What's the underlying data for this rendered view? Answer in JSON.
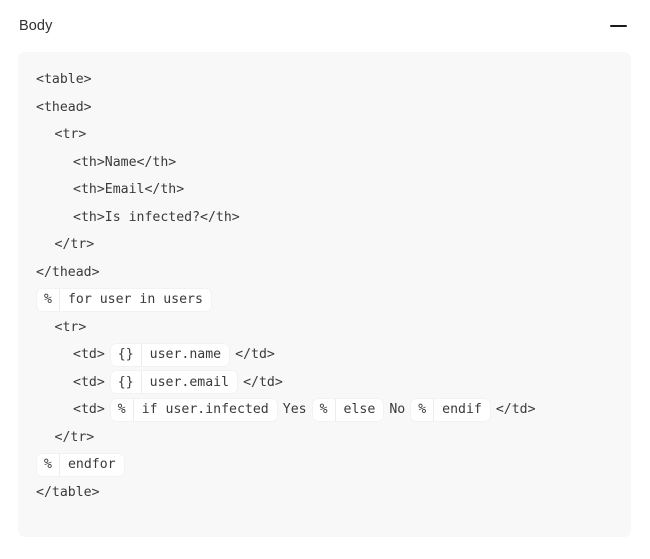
{
  "panel": {
    "title": "Body",
    "collapse_icon": "minus-icon",
    "collapse_label": "—",
    "background_color": "#f8f8f8",
    "page_background_color": "#ffffff",
    "text_color": "#3a3a3a",
    "chip_background_color": "#ffffff"
  },
  "code": {
    "language": "html-template",
    "lines": [
      {
        "indent": 0,
        "parts": [
          {
            "type": "text",
            "value": "<table>"
          }
        ]
      },
      {
        "indent": 0,
        "parts": [
          {
            "type": "text",
            "value": "<thead>"
          }
        ]
      },
      {
        "indent": 1,
        "parts": [
          {
            "type": "text",
            "value": "<tr>"
          }
        ]
      },
      {
        "indent": 2,
        "parts": [
          {
            "type": "text",
            "value": "<th>Name</th>"
          }
        ]
      },
      {
        "indent": 2,
        "parts": [
          {
            "type": "text",
            "value": "<th>Email</th>"
          }
        ]
      },
      {
        "indent": 2,
        "parts": [
          {
            "type": "text",
            "value": "<th>Is infected?</th>"
          }
        ]
      },
      {
        "indent": 1,
        "parts": [
          {
            "type": "text",
            "value": "</tr>"
          }
        ]
      },
      {
        "indent": 0,
        "parts": [
          {
            "type": "text",
            "value": "</thead>"
          }
        ]
      },
      {
        "indent": 0,
        "parts": [
          {
            "type": "chip",
            "sigil": "%",
            "body": "for user in users"
          }
        ]
      },
      {
        "indent": 1,
        "parts": [
          {
            "type": "text",
            "value": "<tr>"
          }
        ]
      },
      {
        "indent": 2,
        "parts": [
          {
            "type": "text",
            "value": "<td>"
          },
          {
            "type": "chip",
            "sigil": "{}",
            "body": "user.name"
          },
          {
            "type": "text",
            "value": "</td>"
          }
        ]
      },
      {
        "indent": 2,
        "parts": [
          {
            "type": "text",
            "value": "<td>"
          },
          {
            "type": "chip",
            "sigil": "{}",
            "body": "user.email"
          },
          {
            "type": "text",
            "value": "</td>"
          }
        ]
      },
      {
        "indent": 2,
        "parts": [
          {
            "type": "text",
            "value": "<td>"
          },
          {
            "type": "chip",
            "sigil": "%",
            "body": "if user.infected"
          },
          {
            "type": "text",
            "value": "Yes"
          },
          {
            "type": "chip",
            "sigil": "%",
            "body": "else"
          },
          {
            "type": "text",
            "value": "No"
          },
          {
            "type": "chip",
            "sigil": "%",
            "body": "endif"
          },
          {
            "type": "text",
            "value": "</td>"
          }
        ]
      },
      {
        "indent": 1,
        "parts": [
          {
            "type": "text",
            "value": "</tr>"
          }
        ]
      },
      {
        "indent": 0,
        "parts": [
          {
            "type": "chip",
            "sigil": "%",
            "body": "endfor"
          }
        ]
      },
      {
        "indent": 0,
        "parts": [
          {
            "type": "text",
            "value": "</table>"
          }
        ]
      }
    ]
  }
}
